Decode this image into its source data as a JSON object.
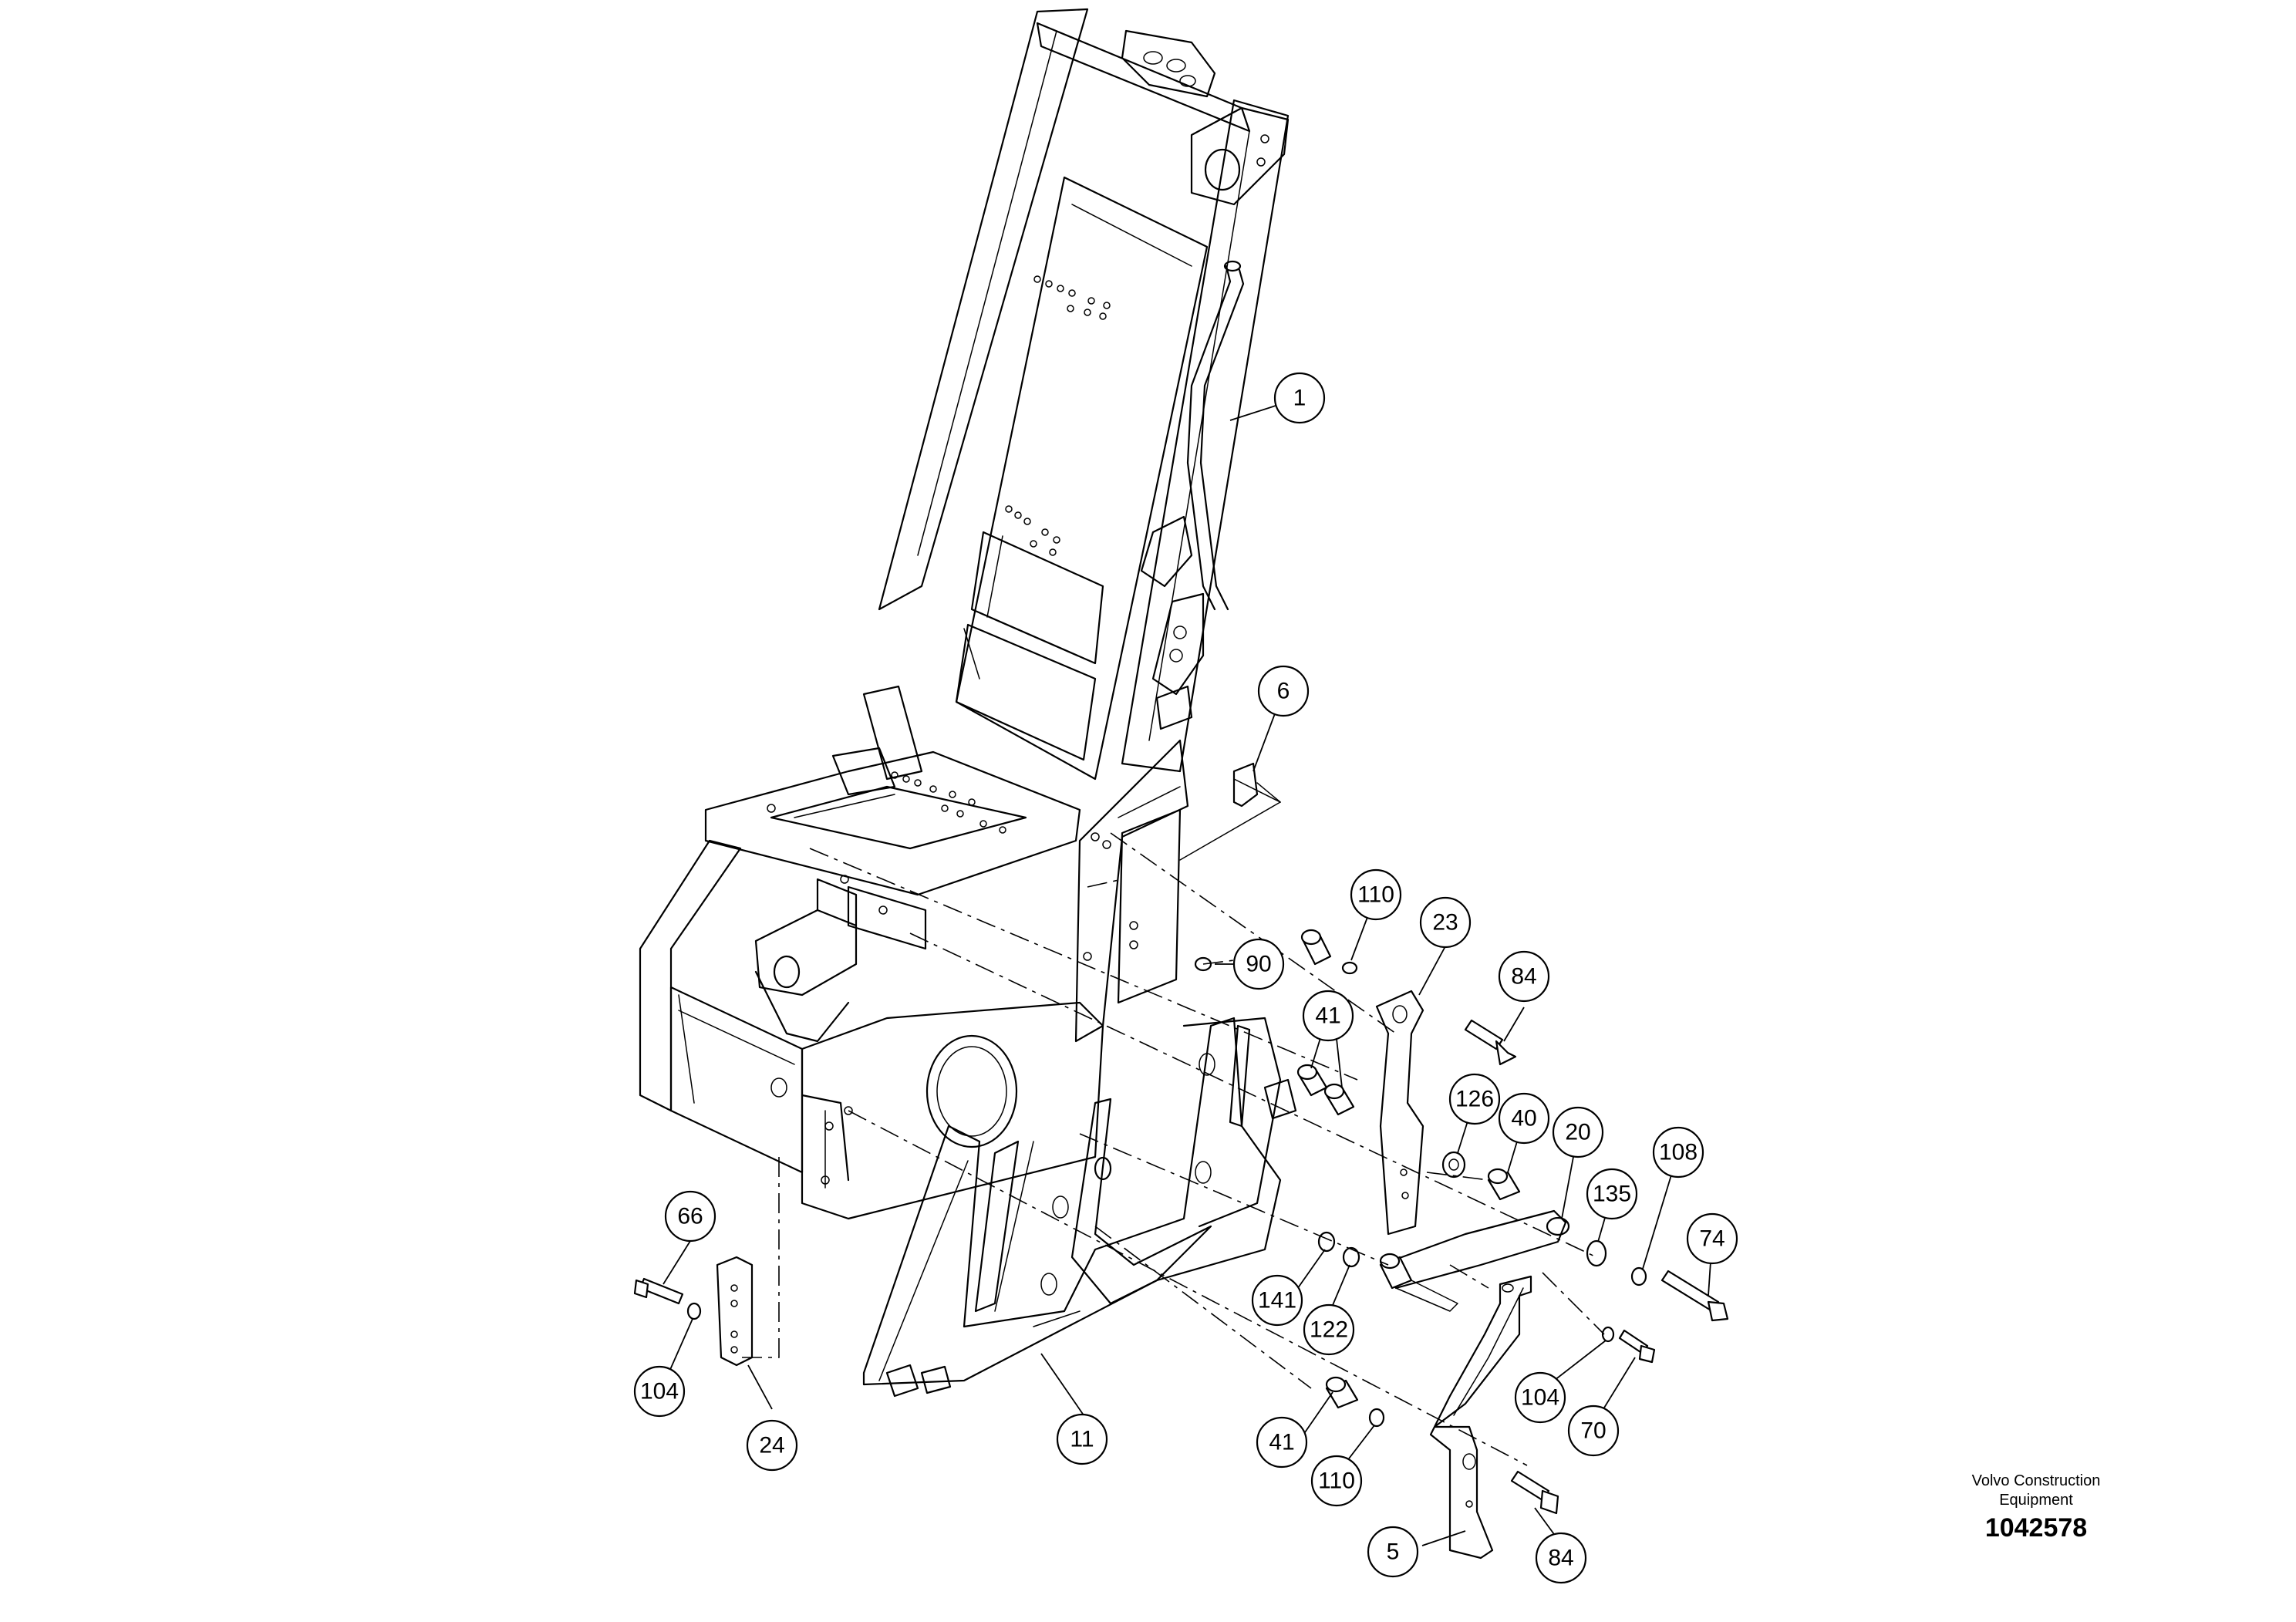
{
  "diagram": {
    "callouts": [
      {
        "id": "c1",
        "label": "1"
      },
      {
        "id": "c6",
        "label": "6"
      },
      {
        "id": "c110a",
        "label": "110"
      },
      {
        "id": "c23",
        "label": "23"
      },
      {
        "id": "c90",
        "label": "90"
      },
      {
        "id": "c84a",
        "label": "84"
      },
      {
        "id": "c41a",
        "label": "41"
      },
      {
        "id": "c126",
        "label": "126"
      },
      {
        "id": "c40",
        "label": "40"
      },
      {
        "id": "c20",
        "label": "20"
      },
      {
        "id": "c108",
        "label": "108"
      },
      {
        "id": "c135",
        "label": "135"
      },
      {
        "id": "c74",
        "label": "74"
      },
      {
        "id": "c66",
        "label": "66"
      },
      {
        "id": "c141",
        "label": "141"
      },
      {
        "id": "c122",
        "label": "122"
      },
      {
        "id": "c104a",
        "label": "104"
      },
      {
        "id": "c104b",
        "label": "104"
      },
      {
        "id": "c70",
        "label": "70"
      },
      {
        "id": "c24",
        "label": "24"
      },
      {
        "id": "c11",
        "label": "11"
      },
      {
        "id": "c41b",
        "label": "41"
      },
      {
        "id": "c110b",
        "label": "110"
      },
      {
        "id": "c5",
        "label": "5"
      },
      {
        "id": "c84b",
        "label": "84"
      }
    ]
  },
  "footer": {
    "brand_line1": "Volvo Construction",
    "brand_line2": "Equipment",
    "doc_number": "1042578"
  }
}
